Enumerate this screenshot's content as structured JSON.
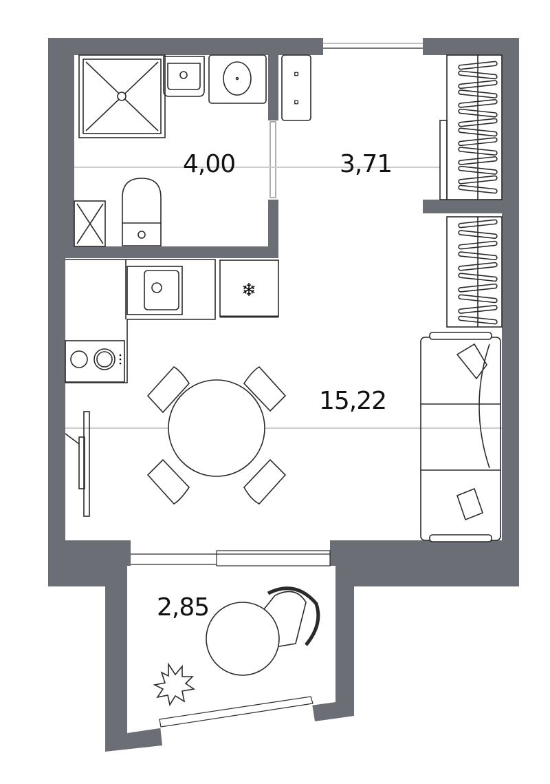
{
  "floor_plan": {
    "wall_color": "#6b6e75",
    "rooms": [
      {
        "name": "bathroom",
        "area": "4,00"
      },
      {
        "name": "hallway",
        "area": "3,71"
      },
      {
        "name": "living-kitchen",
        "area": "15,22"
      },
      {
        "name": "balcony",
        "area": "2,85"
      }
    ]
  }
}
